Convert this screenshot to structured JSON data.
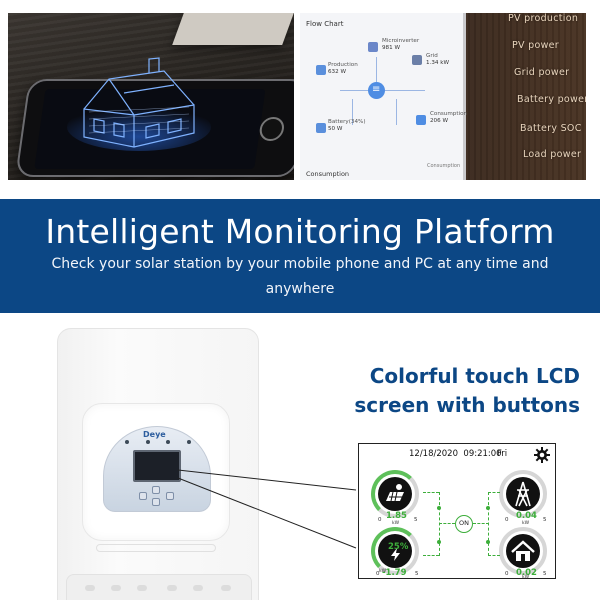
{
  "app_screen": {
    "title": "Flow Chart",
    "nodes": {
      "production": {
        "label": "Production",
        "value": "632 W"
      },
      "microinverter": {
        "label": "Microinverter",
        "value": "981 W"
      },
      "grid": {
        "label": "Grid",
        "value": "1.34 kW"
      },
      "battery": {
        "label": "Battery(34%)",
        "value": "50 W"
      },
      "consumption": {
        "label": "Consumption",
        "value": "206 W"
      }
    },
    "legend_consumption": "Consumption",
    "bottom_label": "Consumption"
  },
  "wood_labels": [
    "PV production",
    "PV power",
    "Grid power",
    "Battery power",
    "Battery SOC",
    "Load power"
  ],
  "banner": {
    "title": "Intelligent Monitoring Platform",
    "subtitle_line1": "Check your solar station by your mobile phone and PC at any time and",
    "subtitle_line2": "anywhere"
  },
  "inverter": {
    "brand": "Deye"
  },
  "callout": {
    "line1": "Colorful touch LCD",
    "line2": "screen with buttons"
  },
  "lcd": {
    "date": "12/18/2020",
    "time": "09:21:00",
    "day": "Fri",
    "status": "ON",
    "pv": {
      "value": "1.85",
      "unit": "kW",
      "scale_min": "0",
      "scale_max": "5"
    },
    "battery": {
      "soc": "25%",
      "value": "-1.79",
      "unit": "kW",
      "scale_min": "0",
      "scale_max": "5"
    },
    "grid": {
      "value": "0.04",
      "unit": "kW",
      "scale_min": "0",
      "scale_max": "5"
    },
    "load": {
      "value": "0.02",
      "unit": "kW",
      "scale_min": "0",
      "scale_max": "5"
    }
  },
  "colors": {
    "banner": "#0c4785",
    "headline": "#0c4785",
    "lcd_green": "#3dae3b"
  }
}
